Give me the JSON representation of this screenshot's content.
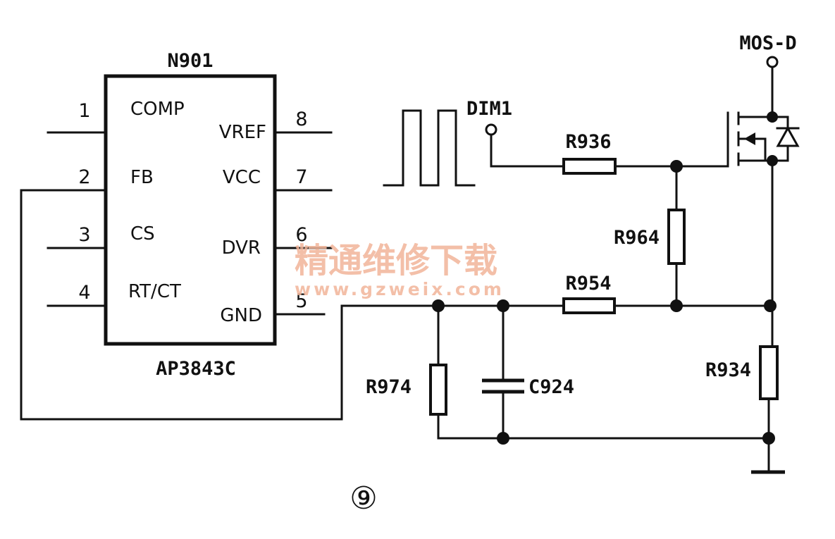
{
  "chip": {
    "ref": "N901",
    "part_number": "AP3843C",
    "pins": [
      {
        "number": "1",
        "name": "COMP"
      },
      {
        "number": "2",
        "name": "FB"
      },
      {
        "number": "3",
        "name": "CS"
      },
      {
        "number": "4",
        "name": "RT/CT"
      },
      {
        "number": "5",
        "name": "GND"
      },
      {
        "number": "6",
        "name": "DVR"
      },
      {
        "number": "7",
        "name": "VCC"
      },
      {
        "number": "8",
        "name": "VREF"
      }
    ]
  },
  "terminals": {
    "dim": "DIM1",
    "mos_drain": "MOS-D"
  },
  "components": {
    "r936": "R936",
    "r964": "R964",
    "r954": "R954",
    "r934": "R934",
    "r974": "R974",
    "c924": "C924"
  },
  "watermark": {
    "chinese": "精通维修下载",
    "url": "www.gzweix.com"
  },
  "figure_number": "⑨"
}
